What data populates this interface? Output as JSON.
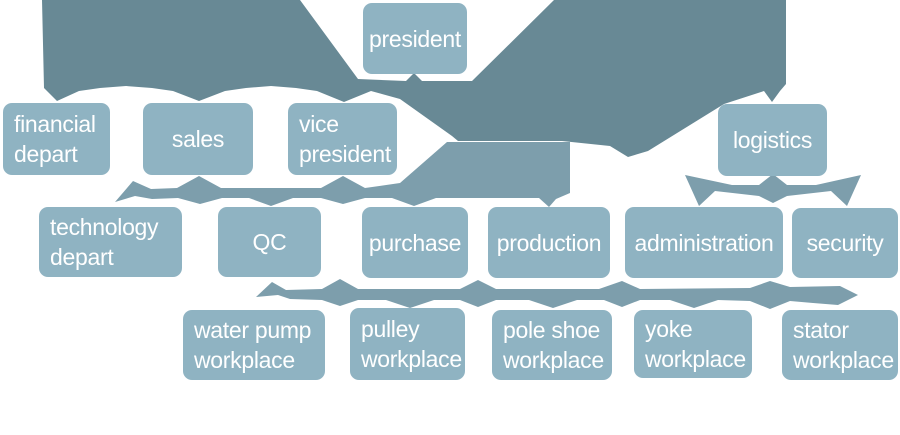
{
  "colors": {
    "background": "#ffffff",
    "node_fill": "#8fb3c2",
    "node_text": "#ffffff",
    "dark_connector": "#688995",
    "light_connector": "#7d9eac"
  },
  "diagram": {
    "type": "org-chart",
    "levels": [
      {
        "nodes": [
          "president"
        ]
      },
      {
        "nodes": [
          "financial depart",
          "sales",
          "vice president",
          "logistics"
        ]
      },
      {
        "nodes": [
          "technology depart",
          "QC",
          "purchase",
          "production",
          "administration",
          "security"
        ]
      },
      {
        "nodes": [
          "water pump workplace",
          "pulley workplace",
          "pole shoe workplace",
          "yoke workplace",
          "stator workplace"
        ]
      }
    ],
    "edges": [
      {
        "from": "president",
        "to": [
          "financial depart",
          "sales",
          "vice president",
          "logistics"
        ]
      },
      {
        "from": "vice president",
        "to": [
          "technology depart",
          "QC",
          "purchase",
          "production"
        ]
      },
      {
        "from": "logistics",
        "to": [
          "administration",
          "security"
        ]
      },
      {
        "from": "production",
        "to": [
          "water pump workplace",
          "pulley workplace",
          "pole shoe workplace",
          "yoke workplace",
          "stator workplace"
        ]
      }
    ]
  }
}
